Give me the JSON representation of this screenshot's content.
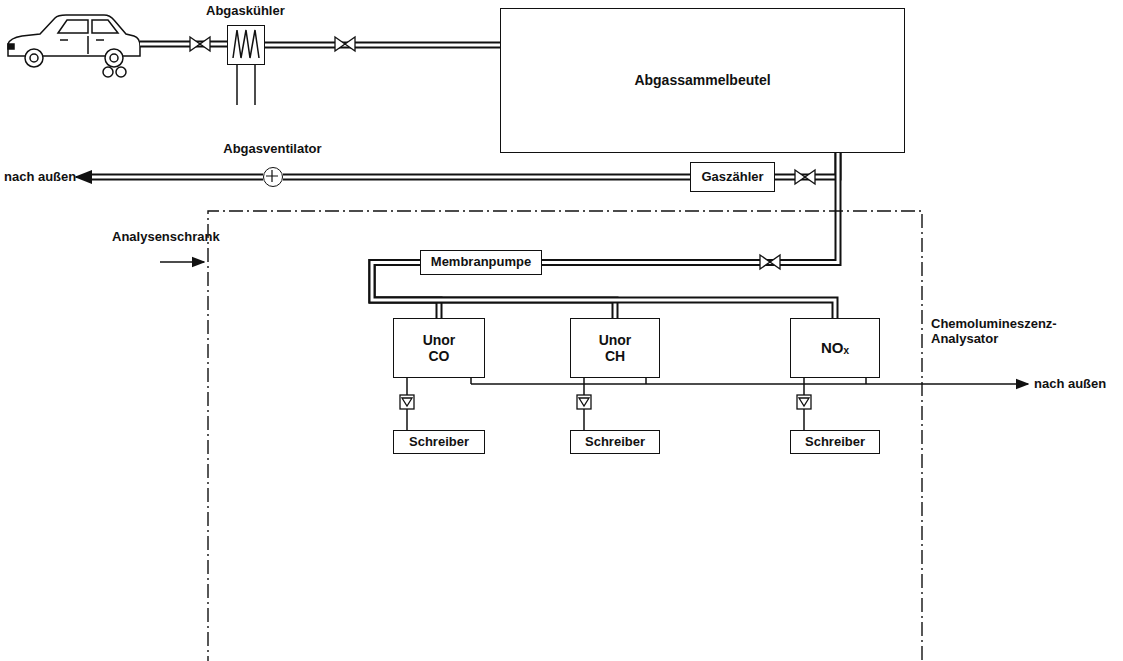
{
  "diagram": {
    "nodes": [
      {
        "text": [
          "Abgaskühler"
        ]
      },
      {
        "text": [
          "Abgassammelbeutel"
        ]
      },
      {
        "text": [
          "Gaszähler"
        ]
      },
      {
        "text": [
          "Abgasventilator"
        ]
      },
      {
        "text": [
          "Analysenschrank"
        ]
      },
      {
        "text": [
          "Membranpumpe"
        ],
        "in": 4
      },
      {
        "text": [
          "Unor CO"
        ],
        "in": 4
      },
      {
        "text": [
          "Unor CH"
        ],
        "in": 4
      },
      {
        "text": [
          "NOₓ",
          "Chemolumineszenz- Analysator"
        ],
        "in": 4
      },
      {
        "text": [
          "Schreiber"
        ],
        "in": 4
      },
      {
        "text": [
          "Schreiber"
        ],
        "in": 4
      },
      {
        "text": [
          "Schreiber"
        ],
        "in": 4
      }
    ],
    "edges": [
      {
        "from": 0,
        "to": 1,
        "arrow": "none"
      },
      {
        "from": 1,
        "to": 2,
        "arrow": "none"
      },
      {
        "from": 1,
        "to": 5,
        "arrow": "none"
      },
      {
        "from": 2,
        "to": 3,
        "arrow": "none"
      },
      {
        "from": 5,
        "to": 6,
        "arrow": "none"
      },
      {
        "from": 5,
        "to": 7,
        "arrow": "none"
      },
      {
        "from": 5,
        "to": 8,
        "arrow": "none"
      },
      {
        "from": 6,
        "to": 9,
        "arrow": "none"
      },
      {
        "from": 7,
        "to": 10,
        "arrow": "none"
      },
      {
        "from": 8,
        "to": 11,
        "arrow": "none"
      }
    ],
    "labels": [
      "nach außen",
      "nach außen"
    ]
  }
}
